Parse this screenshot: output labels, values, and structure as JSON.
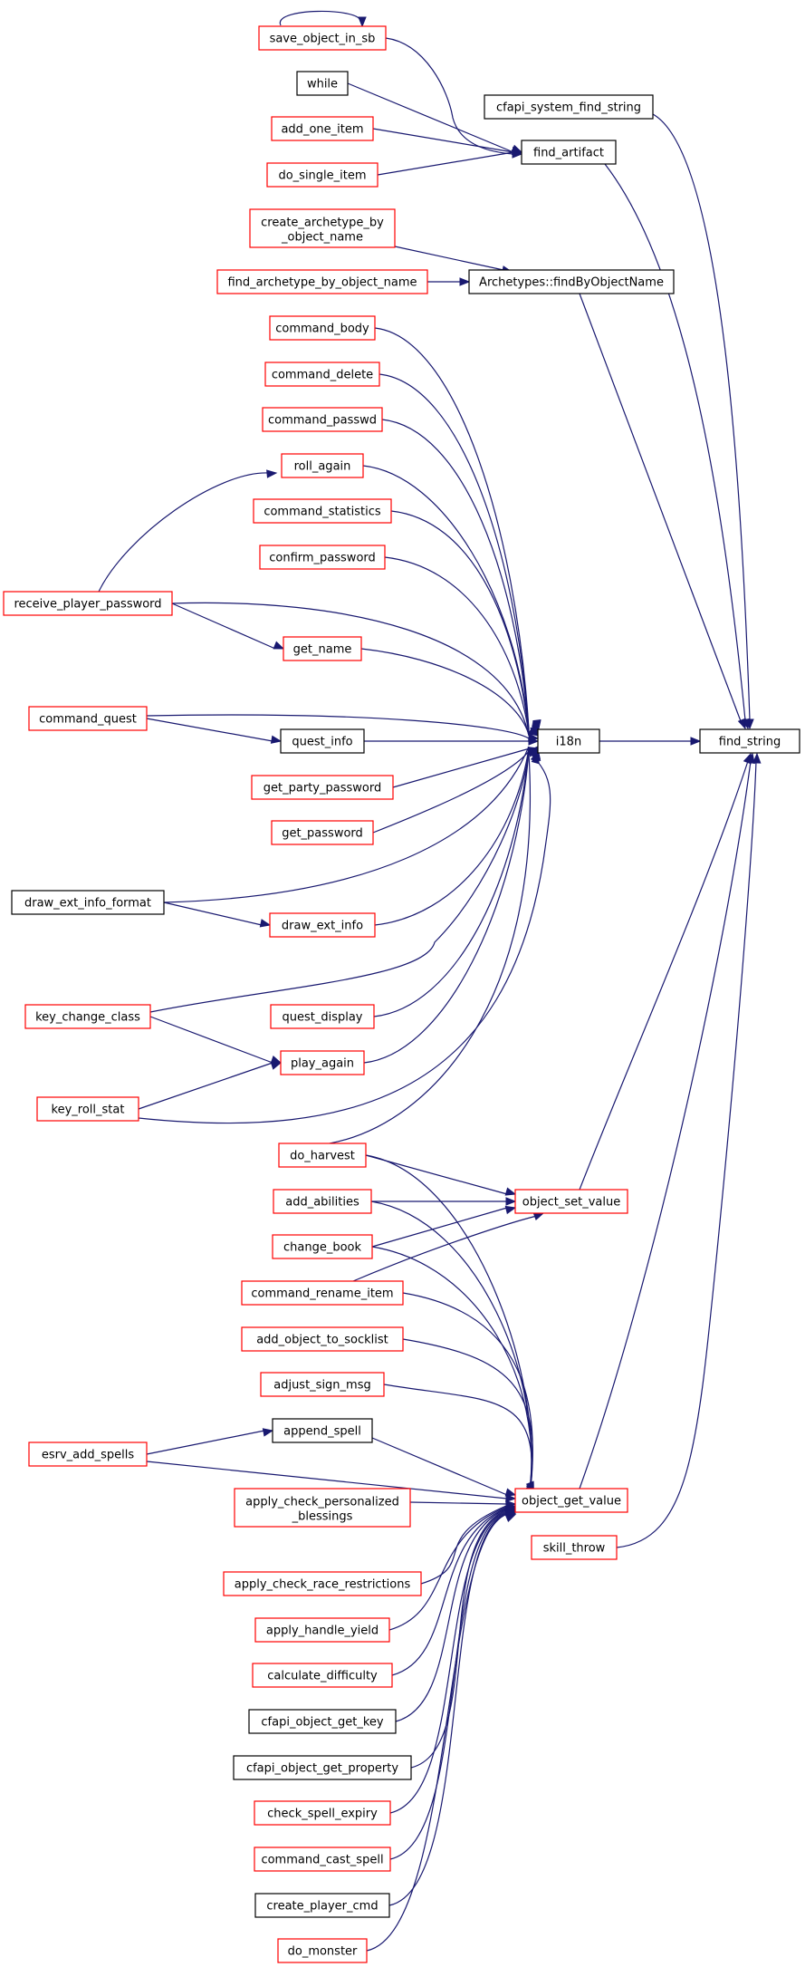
{
  "nodes": {
    "find_string": "find_string",
    "cfapi_system_find_string": "cfapi_system_find_string",
    "find_artifact": "find_artifact",
    "archetypes_findbyobjectname": "Archetypes::findByObjectName",
    "i18n": "i18n",
    "object_set_value": "object_set_value",
    "object_get_value": "object_get_value",
    "skill_throw": "skill_throw",
    "save_object_in_sb": "save_object_in_sb",
    "while": "while",
    "add_one_item": "add_one_item",
    "do_single_item": "do_single_item",
    "create_archetype_by_object_name": [
      "create_archetype_by",
      "_object_name"
    ],
    "find_archetype_by_object_name": "find_archetype_by_object_name",
    "command_body": "command_body",
    "command_delete": "command_delete",
    "command_passwd": "command_passwd",
    "roll_again": "roll_again",
    "command_statistics": "command_statistics",
    "confirm_password": "confirm_password",
    "receive_player_password": "receive_player_password",
    "get_name": "get_name",
    "command_quest": "command_quest",
    "quest_info": "quest_info",
    "get_party_password": "get_party_password",
    "get_password": "get_password",
    "draw_ext_info_format": "draw_ext_info_format",
    "draw_ext_info": "draw_ext_info",
    "key_change_class": "key_change_class",
    "quest_display": "quest_display",
    "play_again": "play_again",
    "key_roll_stat": "key_roll_stat",
    "do_harvest": "do_harvest",
    "add_abilities": "add_abilities",
    "change_book": "change_book",
    "command_rename_item": "command_rename_item",
    "add_object_to_socklist": "add_object_to_socklist",
    "adjust_sign_msg": "adjust_sign_msg",
    "append_spell": "append_spell",
    "esrv_add_spells": "esrv_add_spells",
    "apply_check_personalized_blessings": [
      "apply_check_personalized",
      "_blessings"
    ],
    "apply_check_race_restrictions": "apply_check_race_restrictions",
    "apply_handle_yield": "apply_handle_yield",
    "calculate_difficulty": "calculate_difficulty",
    "cfapi_object_get_key": "cfapi_object_get_key",
    "cfapi_object_get_property": "cfapi_object_get_property",
    "check_spell_expiry": "check_spell_expiry",
    "command_cast_spell": "command_cast_spell",
    "create_player_cmd": "create_player_cmd",
    "do_monster": "do_monster"
  },
  "colors": {
    "edge": "#191970",
    "focus_fill": "#bfbfbf",
    "incomplete_border": "#ff0000",
    "complete_border": "#000000"
  }
}
